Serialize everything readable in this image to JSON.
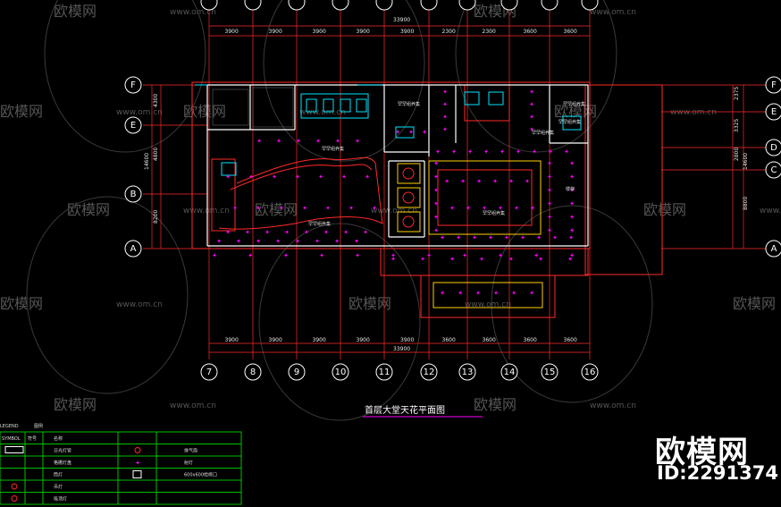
{
  "drawing": {
    "title": "首层大堂天花平面图",
    "total_dim_top": "33900",
    "total_dim_bottom": "33900",
    "top_dims": [
      "3900",
      "3900",
      "3900",
      "3900",
      "3900",
      "2300",
      "2300",
      "3600",
      "3600"
    ],
    "bottom_dims": [
      "3900",
      "3900",
      "3900",
      "3900",
      "3900",
      "3600",
      "3600",
      "3600",
      "3600"
    ],
    "bottom_axes": [
      "7",
      "8",
      "9",
      "10",
      "11",
      "12",
      "13",
      "14",
      "15",
      "16"
    ],
    "left_axes": [
      "F",
      "E",
      "B",
      "A"
    ],
    "left_dims": [
      "4300",
      "4800",
      "14600",
      "8200"
    ],
    "right_axes": [
      "F",
      "E",
      "D",
      "C",
      "A"
    ],
    "right_dims": [
      "2375",
      "3325",
      "2800",
      "14600",
      "8800"
    ],
    "room_labels": [
      "罕罕组养集",
      "罕罕组养集",
      "罕罕组养集",
      "罕罕组养集",
      "罕罕组养集",
      "罕罕组养集",
      "罕罕组养集"
    ],
    "stair_label": "楼梯"
  },
  "legend": {
    "header_left": "LEGEND",
    "header_right": "图例",
    "col_code": "SYMBOL",
    "col_num": "符号",
    "col_name": "名称",
    "rows": [
      {
        "name": "日光灯管",
        "name2": "排气扇"
      },
      {
        "name": "格栅灯盘",
        "name2": "射灯"
      },
      {
        "name": "筒灯",
        "name2": "600x600检修口"
      },
      {
        "name": "吊灯",
        "name2": ""
      },
      {
        "name": "吸顶灯",
        "name2": ""
      }
    ]
  },
  "watermark": {
    "brand": "欧模网",
    "url": "www.om.cn"
  },
  "brand_mark": {
    "text": "欧模网",
    "id": "ID:2291374"
  },
  "colors": {
    "background": "#000000",
    "grid": "#ff2a2a",
    "wall": "#ffffff",
    "lamp": "#ff00ff",
    "equipment": "#00e5ff",
    "legend": "#00c000",
    "accent": "#ffd200"
  }
}
